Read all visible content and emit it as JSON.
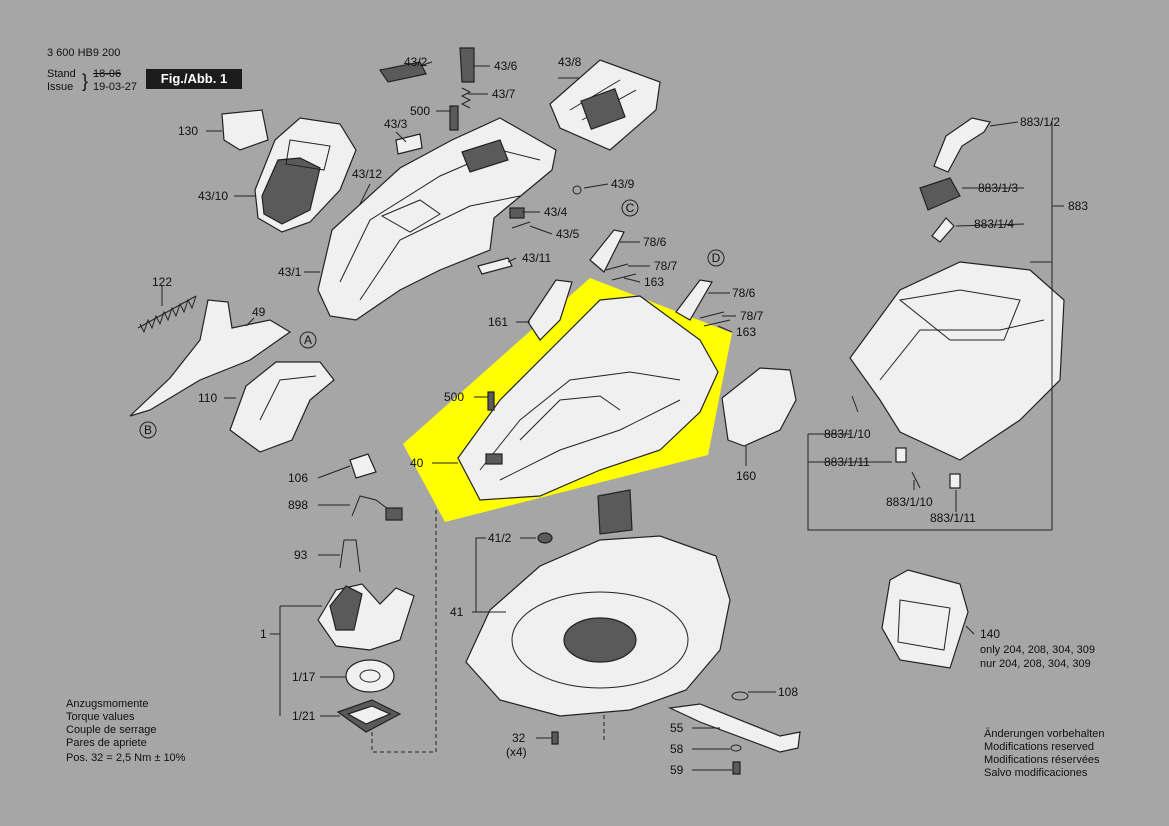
{
  "header": {
    "doc_number": "3 600 HB9 200",
    "stand_label": "Stand",
    "issue_label": "Issue",
    "stand_value": "18-06",
    "issue_value": "19-03-27",
    "figure_label": "Fig./Abb. 1"
  },
  "callouts": {
    "c43_2": "43/2",
    "c43_6": "43/6",
    "c43_8": "43/8",
    "c43_7": "43/7",
    "c500_top": "500",
    "c130": "130",
    "c43_3": "43/3",
    "c43_10": "43/10",
    "c43_12": "43/12",
    "c43_9": "43/9",
    "c43_4": "43/4",
    "c43_5": "43/5",
    "c43_11": "43/11",
    "c43_1": "43/1",
    "c122": "122",
    "c49": "49",
    "c110": "110",
    "c78_6a": "78/6",
    "c78_7a": "78/7",
    "c163a": "163",
    "c78_6b": "78/6",
    "c78_7b": "78/7",
    "c163b": "163",
    "c161": "161",
    "c500_mid": "500",
    "c40": "40",
    "c160": "160",
    "c106": "106",
    "c898": "898",
    "c93": "93",
    "c1": "1",
    "c1_17": "1/17",
    "c1_21": "1/21",
    "c41_2": "41/2",
    "c41": "41",
    "c32": "32",
    "c32_qty": "(x4)",
    "c108": "108",
    "c55": "55",
    "c58": "58",
    "c59": "59",
    "c883_1_2": "883/1/2",
    "c883_1_3": "883/1/3",
    "c883_1_4": "883/1/4",
    "c883": "883",
    "c883_1_10a": "883/1/10",
    "c883_1_11a": "883/1/11",
    "c883_1_10b": "883/1/10",
    "c883_1_11b": "883/1/11",
    "c140": "140"
  },
  "markers": {
    "A": "A",
    "B": "B",
    "C": "C",
    "D": "D"
  },
  "note_140": {
    "line1": "only 204, 208, 304, 309",
    "line2": "nur 204, 208, 304, 309"
  },
  "torque_note": {
    "line1": "Anzugsmomente",
    "line2": "Torque values",
    "line3": "Couple de serrage",
    "line4": "Pares de apriete",
    "line5": "Pos. 32 = 2,5 Nm ± 10%"
  },
  "modifications_note": {
    "line1": "Änderungen vorbehalten",
    "line2": "Modifications reserved",
    "line3": "Modifications réservées",
    "line4": "Salvo modificaciones"
  },
  "highlight_color": "#ffff00",
  "background_color": "#a6a6a6"
}
